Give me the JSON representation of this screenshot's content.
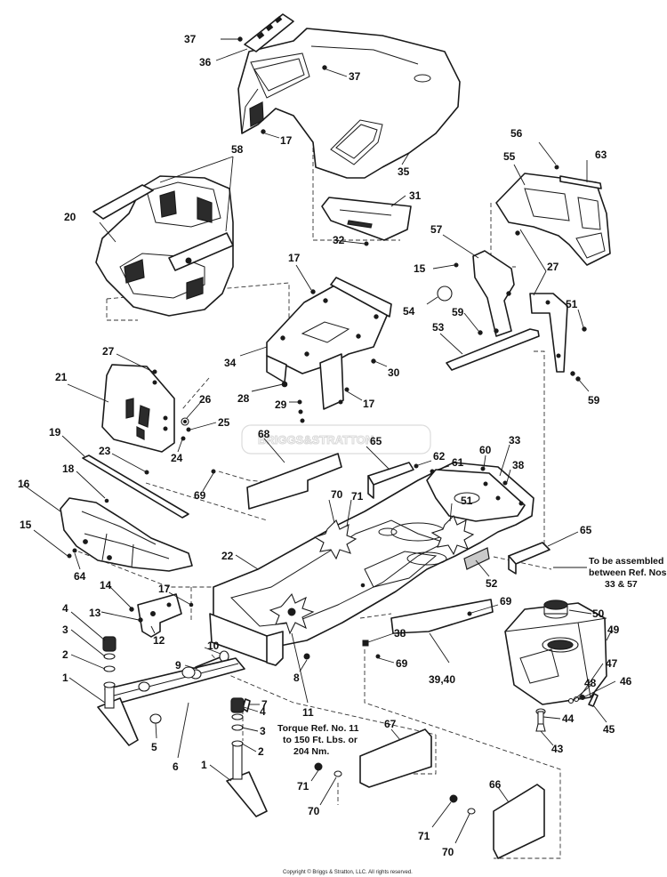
{
  "callouts": {
    "c37a": "37",
    "c36": "36",
    "c37b": "37",
    "c17a": "17",
    "c35": "35",
    "c58": "58",
    "c20": "20",
    "c31": "31",
    "c32": "32",
    "c56": "56",
    "c63": "63",
    "c55": "55",
    "c17b": "17",
    "c57": "57",
    "c27a": "27",
    "c15a": "15",
    "c54": "54",
    "c59a": "59",
    "c51a": "51",
    "c53": "53",
    "c59b": "59",
    "c34": "34",
    "c30": "30",
    "c28": "28",
    "c29": "29",
    "c17c": "17",
    "c27b": "27",
    "c21": "21",
    "c26": "26",
    "c25": "25",
    "c24": "24",
    "c68": "68",
    "c19": "19",
    "c23": "23",
    "c65a": "65",
    "c62": "62",
    "c61": "61",
    "c60": "60",
    "c33": "33",
    "c38a": "38",
    "c69a": "69",
    "c18": "18",
    "c16": "16",
    "c70a": "70",
    "c71a": "71",
    "c51b": "51",
    "c15b": "15",
    "c64": "64",
    "c22": "22",
    "c65b": "65",
    "c52": "52",
    "c14": "14",
    "c17d": "17",
    "c13": "13",
    "c12": "12",
    "c4a": "4",
    "c3a": "3",
    "c2a": "2",
    "c1a": "1",
    "c10": "10",
    "c9": "9",
    "c69b": "69",
    "c50": "50",
    "c49": "49",
    "c38b": "38",
    "c8": "8",
    "c7": "7",
    "c69c": "69",
    "c39": "39,40",
    "c48": "48",
    "c47": "47",
    "c46": "46",
    "c44": "44",
    "c45": "45",
    "c43": "43",
    "c4b": "4",
    "c3b": "3",
    "c2b": "2",
    "c5": "5",
    "c6": "6",
    "c11": "11",
    "c67": "67",
    "c1b": "1",
    "c71b": "71",
    "c70b": "70",
    "c66": "66",
    "c71c": "71",
    "c70c": "70"
  },
  "notes": {
    "assembly_line1": "To be assembled",
    "assembly_line2": "between Ref. Nos.",
    "assembly_line3": "33 & 57",
    "torque_line1": "Torque Ref. No. 11",
    "torque_line2": "to 150 Ft. Lbs. or",
    "torque_line3": "204 Nm."
  },
  "watermark": "BRIGGS&STRATTON",
  "copyright": "Copyright © Briggs & Stratton, LLC. All rights reserved."
}
